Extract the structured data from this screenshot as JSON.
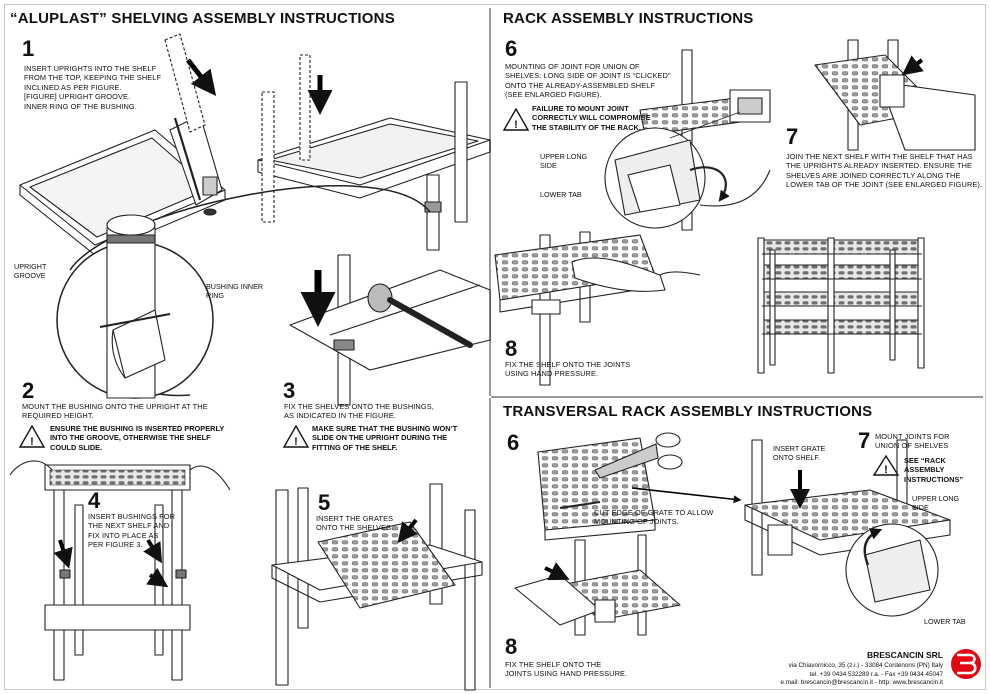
{
  "left": {
    "title": "“ALUPLAST” SHELVING ASSEMBLY INSTRUCTIONS",
    "step1": {
      "num": "1",
      "text": "INSERT UPRIGHTS INTO THE SHELF\nFROM THE TOP, KEEPING THE SHELF\nINCLINED AS PER FIGURE.\n[FIGURE] UPRIGHT GROOVE.\nINNER RING OF THE BUSHING."
    },
    "labels": {
      "upright_groove": "UPRIGHT\nGROOVE",
      "bushing_ring": "BUSHING INNER\nRING"
    },
    "step2": {
      "num": "2",
      "text": "MOUNT THE BUSHING ONTO THE UPRIGHT AT THE\nREQUIRED HEIGHT.",
      "warning": "ENSURE THE BUSHING IS INSERTED PROPERLY\nINTO THE GROOVE, OTHERWISE THE SHELF\nCOULD SLIDE."
    },
    "step3": {
      "num": "3",
      "text": "FIX THE SHELVES ONTO THE BUSHINGS,\nAS INDICATED IN THE FIGURE.",
      "warning": "MAKE SURE THAT THE BUSHING WON’T\nSLIDE ON THE UPRIGHT DURING THE\nFITTING OF THE SHELF."
    },
    "step4": {
      "num": "4",
      "text": "INSERT BUSHINGS FOR\nTHE NEXT SHELF AND\nFIX INTO PLACE AS\nPER FIGURE 3."
    },
    "step5": {
      "num": "5",
      "text": "INSERT THE GRATES\nONTO THE SHELVES."
    }
  },
  "rack": {
    "title": "RACK ASSEMBLY INSTRUCTIONS",
    "step6": {
      "num": "6",
      "text": "MOUNTING OF JOINT FOR UNION OF\nSHELVES: LONG SIDE OF JOINT IS “CLICKED”\nONTO THE ALREADY-ASSEMBLED SHELF\n(SEE ENLARGED FIGURE).",
      "warning": "FAILURE TO MOUNT JOINT\nCORRECTLY WILL COMPROMISE\nTHE STABILITY OF THE RACK."
    },
    "labels": {
      "upper_long_side": "UPPER LONG\nSIDE",
      "lower_tab": "LOWER TAB"
    },
    "step7": {
      "num": "7",
      "text": "JOIN THE NEXT SHELF WITH THE SHELF THAT HAS\nTHE UPRIGHTS ALREADY INSERTED. ENSURE THE\nSHELVES ARE JOINED CORRECTLY ALONG THE\nLOWER TAB OF THE JOINT (SEE ENLARGED FIGURE)."
    },
    "step8": {
      "num": "8",
      "text": "FIX THE SHELF ONTO THE JOINTS\nUSING HAND PRESSURE."
    }
  },
  "transversal": {
    "title": "TRANSVERSAL RACK ASSEMBLY INSTRUCTIONS",
    "step6": {
      "num": "6",
      "text": "CUT EDGE OF GRATE TO ALLOW\nMOUNTING OF JOINTS."
    },
    "insert_grate": "INSERT GRATE\nONTO SHELF.",
    "step7": {
      "num": "7",
      "text": "MOUNT JOINTS FOR\nUNION OF SHELVES",
      "see": "SEE “RACK\nASSEMBLY\nINSTRUCTIONS”"
    },
    "labels": {
      "upper_long_side": "UPPER LONG\nSIDE",
      "lower_tab": "LOWER TAB"
    },
    "step8": {
      "num": "8",
      "text": "FIX THE SHELF ONTO THE\nJOINTS USING HAND PRESSURE."
    }
  },
  "footer": {
    "company": "BRESCANCIN srl",
    "address": "via Chiavornicco, 35 (z.i.) - 33084 Cordenons (PN) Italy",
    "phone": "tel. +39 0434 532289 r.a. - Fax +39 0434 45047",
    "contact": "e.mail: brescancin@brescancin.it - http: www.brescancin.it",
    "logo_colors": {
      "primary": "#e30613"
    }
  }
}
